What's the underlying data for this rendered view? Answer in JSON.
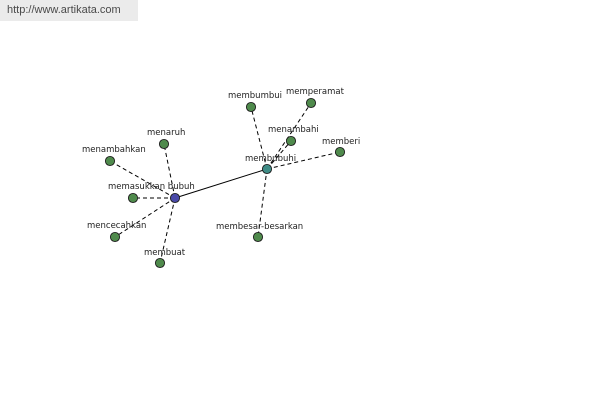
{
  "header": {
    "url": "http://www.artikata.com"
  },
  "colors": {
    "hub_left": "#4a4aa8",
    "hub_right": "#3f8c86",
    "leaf": "#4f8a4c",
    "node_stroke": "#1e1e1e",
    "edge": "#000000"
  },
  "graph": {
    "nodes": [
      {
        "id": "memasukkan_bubuh",
        "label": "memasukkan bubuh",
        "kind": "hub_left"
      },
      {
        "id": "membubuhi",
        "label": "membubuhi",
        "kind": "hub_right"
      },
      {
        "id": "menaruh",
        "label": "menaruh",
        "kind": "leaf"
      },
      {
        "id": "menambahkan",
        "label": "menambahkan",
        "kind": "leaf"
      },
      {
        "id": "memasukkan",
        "label": "memasukkan",
        "kind": "leaf"
      },
      {
        "id": "mencecahkan",
        "label": "mencecahkan",
        "kind": "leaf"
      },
      {
        "id": "membuat",
        "label": "membuat",
        "kind": "leaf"
      },
      {
        "id": "membumbui",
        "label": "membumbui",
        "kind": "leaf"
      },
      {
        "id": "memperamat",
        "label": "memperamat",
        "kind": "leaf"
      },
      {
        "id": "menambahi",
        "label": "menambahi",
        "kind": "leaf"
      },
      {
        "id": "memberi",
        "label": "memberi",
        "kind": "leaf"
      },
      {
        "id": "membesar_besarkan",
        "label": "membesar-besarkan",
        "kind": "leaf"
      }
    ],
    "edges": [
      {
        "from": "memasukkan_bubuh",
        "to": "membubuhi",
        "style": "solid"
      },
      {
        "from": "memasukkan_bubuh",
        "to": "menaruh",
        "style": "dashed"
      },
      {
        "from": "memasukkan_bubuh",
        "to": "menambahkan",
        "style": "dashed"
      },
      {
        "from": "memasukkan_bubuh",
        "to": "memasukkan",
        "style": "dashed"
      },
      {
        "from": "memasukkan_bubuh",
        "to": "mencecahkan",
        "style": "dashed"
      },
      {
        "from": "memasukkan_bubuh",
        "to": "membuat",
        "style": "dashed"
      },
      {
        "from": "membubuhi",
        "to": "membumbui",
        "style": "dashed"
      },
      {
        "from": "membubuhi",
        "to": "memperamat",
        "style": "dashed"
      },
      {
        "from": "membubuhi",
        "to": "menambahi",
        "style": "dashed"
      },
      {
        "from": "membubuhi",
        "to": "memberi",
        "style": "dashed"
      },
      {
        "from": "membubuhi",
        "to": "membesar_besarkan",
        "style": "dashed"
      }
    ]
  }
}
